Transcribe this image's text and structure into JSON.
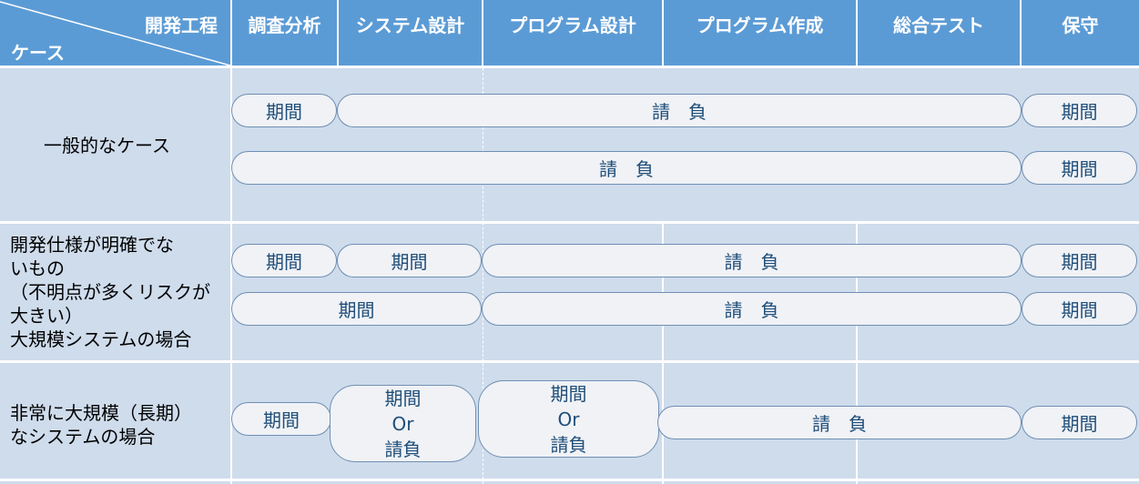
{
  "header": {
    "corner_phase": "開発工程",
    "corner_case": "ケース",
    "phases": [
      "調査分析",
      "システム設計",
      "プログラム設計",
      "プログラム作成",
      "総合テスト",
      "保守"
    ]
  },
  "cases": {
    "general": {
      "label": "一般的なケース"
    },
    "unclear": {
      "lines": [
        "開発仕様が明確でな",
        "いもの",
        "（不明点が多くリスクが",
        "大きい）",
        "大規模システムの場合"
      ]
    },
    "huge": {
      "lines": [
        "非常に大規模（長期）",
        "なシステムの場合"
      ]
    }
  },
  "contracts": {
    "period": "期間",
    "commission": "請　負",
    "period_or": [
      "期間",
      "Or",
      "請負"
    ]
  },
  "colors": {
    "header": "#5b9bd5",
    "cell": "#cfdcec",
    "pill_fill": "#f0f2f6",
    "pill_text": "#1f4e79"
  }
}
